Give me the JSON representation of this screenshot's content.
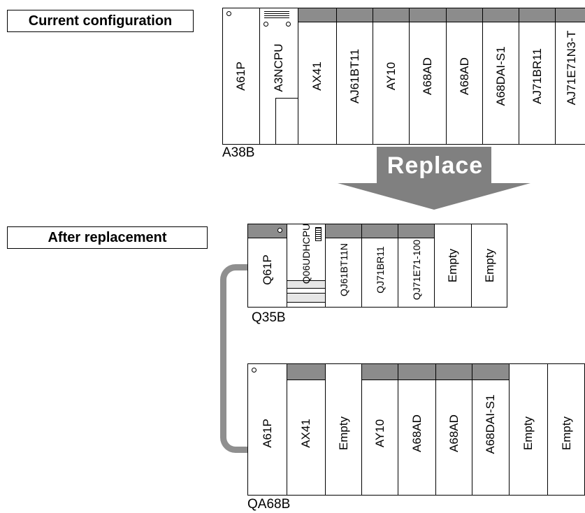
{
  "current": {
    "heading": "Current configuration",
    "base_name": "A38B",
    "slots": [
      "A61P",
      "A3NCPU",
      "AX41",
      "AJ61BT11",
      "AY10",
      "A68AD",
      "A68AD",
      "A68DAI-S1",
      "AJ71BR11",
      "AJ71E71N3-T"
    ]
  },
  "arrow": {
    "label": "Replace"
  },
  "after": {
    "heading": "After replacement",
    "main_base": {
      "base_name": "Q35B",
      "slots": [
        "Q61P",
        "Q06UDHCPU",
        "QJ61BT11N",
        "QJ71BR11",
        "QJ71E71-100",
        "Empty",
        "Empty"
      ]
    },
    "extension_base": {
      "base_name": "QA68B",
      "slots": [
        "A61P",
        "AX41",
        "Empty",
        "AY10",
        "A68AD",
        "A68AD",
        "A68DAI-S1",
        "Empty",
        "Empty"
      ]
    }
  },
  "colors": {
    "cap_gray": "#8c8c8c",
    "arrow_gray": "#808080",
    "cable_gray": "#8f8f8f"
  }
}
